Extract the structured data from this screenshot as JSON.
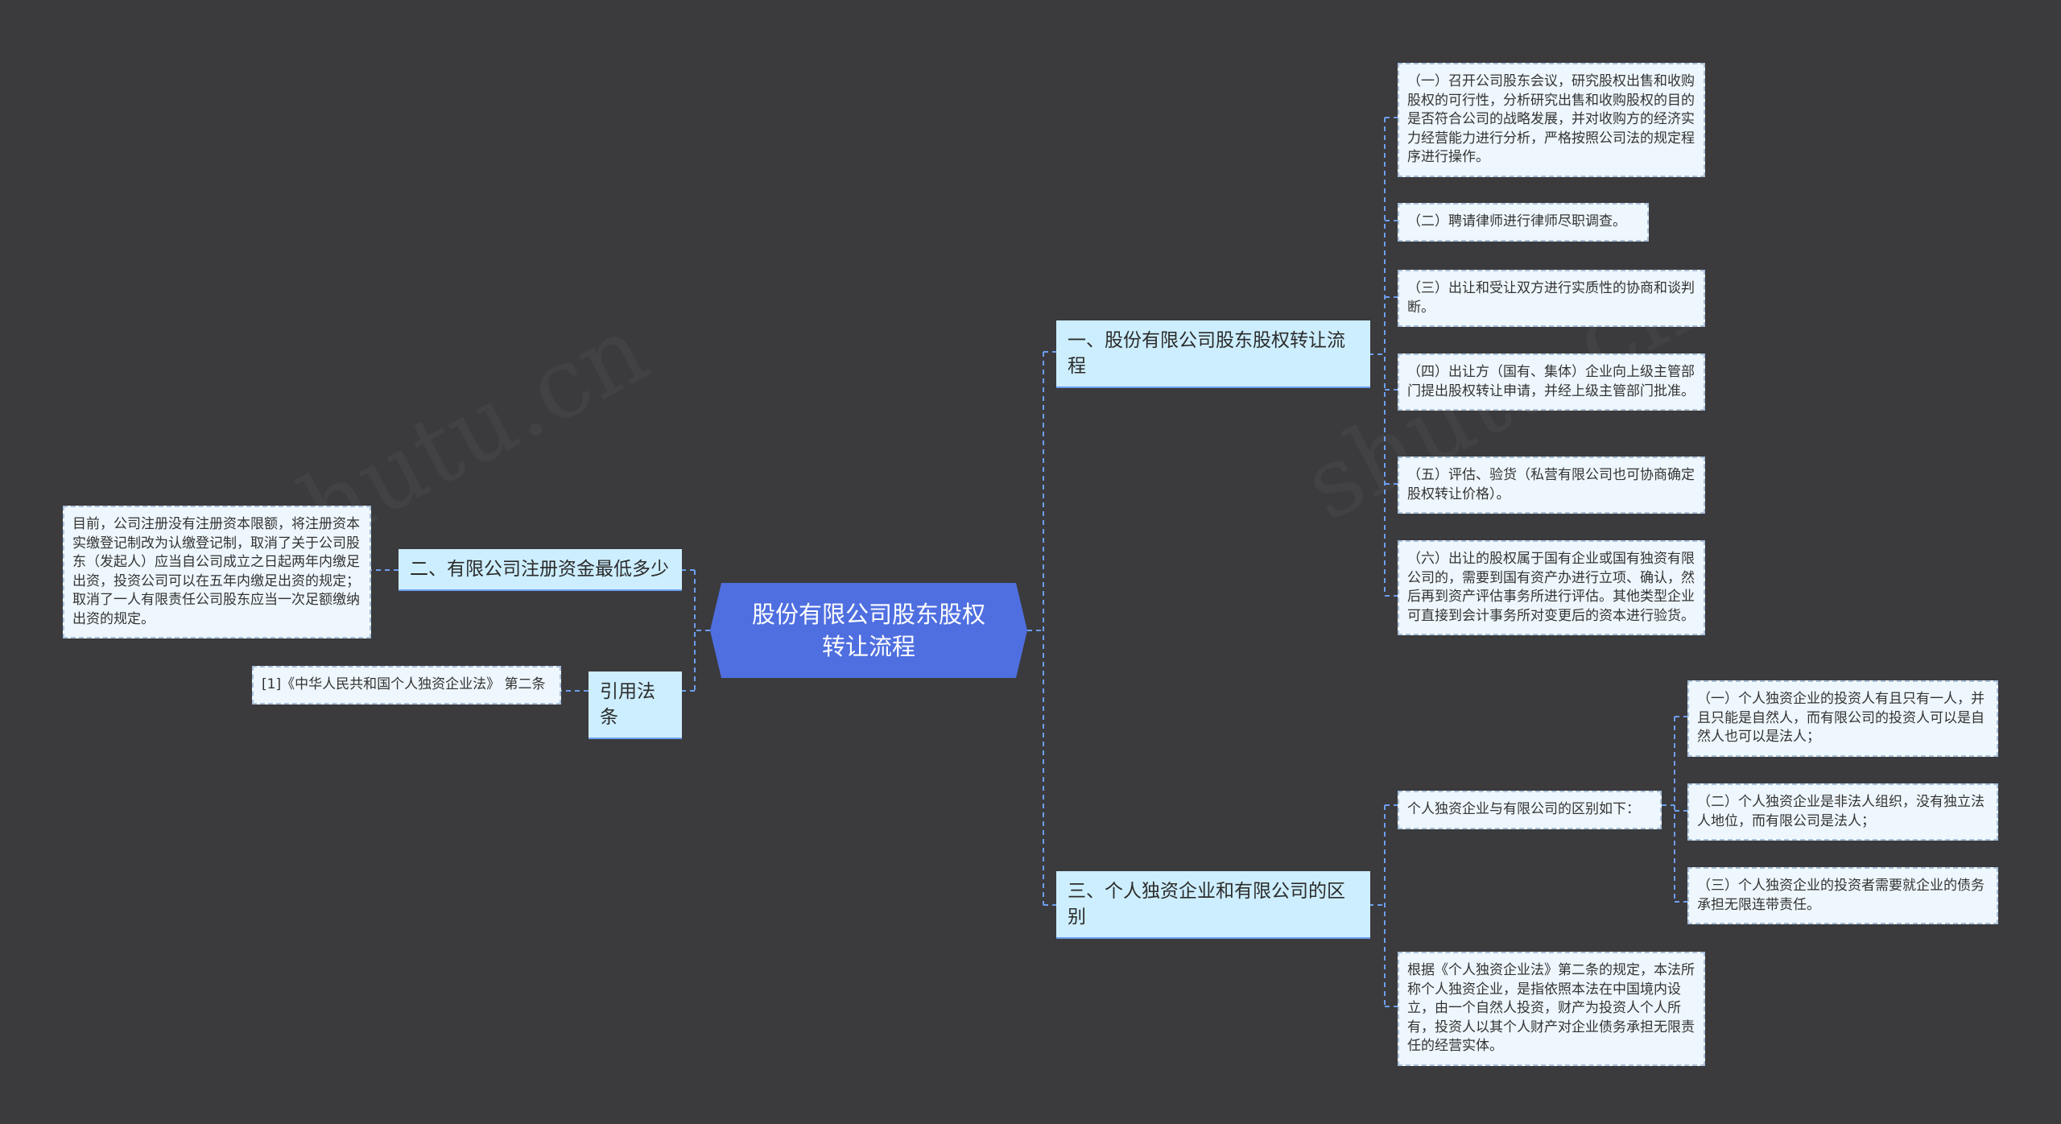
{
  "root": {
    "title": "股份有限公司股东股权转让流程"
  },
  "branches": {
    "b1": "一、股份有限公司股东股权转让流程",
    "b2": "二、有限公司注册资金最低多少",
    "b3": "三、个人独资企业和有限公司的区别",
    "b4": "引用法条"
  },
  "b1_leaves": [
    "（一）召开公司股东会议，研究股权出售和收购股权的可行性，分析研究出售和收购股权的目的是否符合公司的战略发展，并对收购方的经济实力经营能力进行分析，严格按照公司法的规定程序进行操作。",
    "（二）聘请律师进行律师尽职调查。",
    "（三）出让和受让双方进行实质性的协商和谈判断。",
    "（四）出让方（国有、集体）企业向上级主管部门提出股权转让申请，并经上级主管部门批准。",
    "（五）评估、验货（私营有限公司也可协商确定股权转让价格）。",
    "（六）出让的股权属于国有企业或国有独资有限公司的，需要到国有资产办进行立项、确认，然后再到资产评估事务所进行评估。其他类型企业可直接到会计事务所对变更后的资本进行验货。"
  ],
  "b2_leaf": "目前，公司注册没有注册资本限额，将注册资本实缴登记制改为认缴登记制，取消了关于公司股东（发起人）应当自公司成立之日起两年内缴足出资，投资公司可以在五年内缴足出资的规定；取消了一人有限责任公司股东应当一次足额缴纳出资的规定。",
  "b3_sub": "个人独资企业与有限公司的区别如下：",
  "b3_sub_leaves": [
    "（一）个人独资企业的投资人有且只有一人，并且只能是自然人，而有限公司的投资人可以是自然人也可以是法人；",
    "（二）个人独资企业是非法人组织，没有独立法人地位，而有限公司是法人；",
    "（三）个人独资企业的投资者需要就企业的债务承担无限连带责任。"
  ],
  "b3_leaf": "根据《个人独资企业法》第二条的规定，本法所称个人独资企业，是指依照本法在中国境内设立，由一个自然人投资，财产为投资人个人所有，投资人以其个人财产对企业债务承担无限责任的经营实体。",
  "b4_leaf": "[1]《中华人民共和国个人独资企业法》 第二条",
  "colors": {
    "background": "#3b3a3d",
    "root": "#4f6fe0",
    "branch": "#cdeefe",
    "leaf": "#eef7fd",
    "connector": "#6c9ff0"
  }
}
